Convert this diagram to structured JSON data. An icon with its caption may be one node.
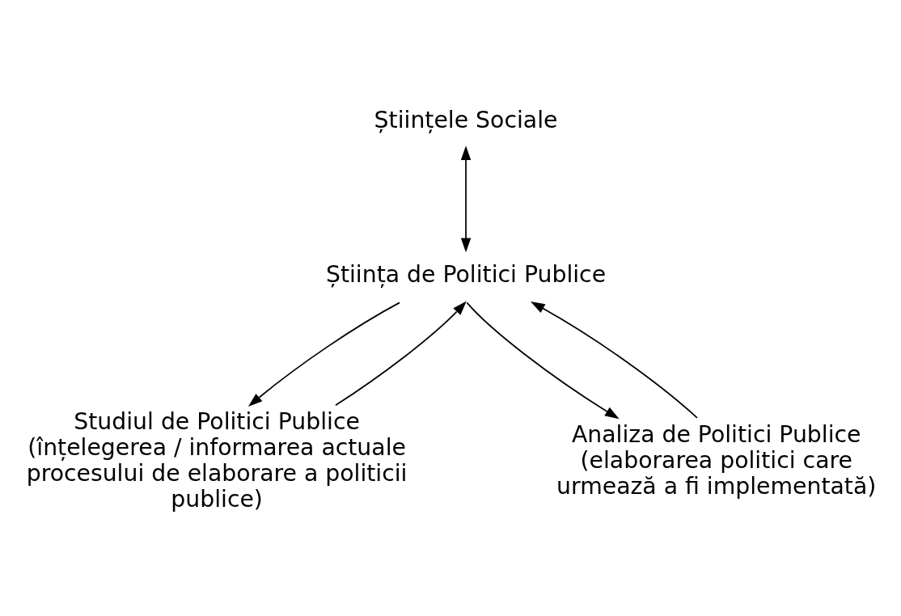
{
  "diagram": {
    "nodes": [
      {
        "text": [
          "Științele Sociale"
        ]
      },
      {
        "text": [
          "Știința de Politici Publice"
        ]
      },
      {
        "text": [
          "Studiul de Politici Publice",
          "(înțelegerea / informarea actuale procesului de elaborare a politicii publice)"
        ]
      },
      {
        "text": [
          "Analiza de Politici Publice",
          "(elaborarea politici care urmează a fi implementată)"
        ]
      }
    ],
    "edges": [
      {
        "from": 0,
        "to": 1,
        "arrow": "both"
      },
      {
        "from": 1,
        "to": 2,
        "arrow": "to"
      },
      {
        "from": 2,
        "to": 1,
        "arrow": "to"
      },
      {
        "from": 3,
        "to": 1,
        "arrow": "to"
      },
      {
        "from": 1,
        "to": 3,
        "arrow": "to"
      }
    ]
  }
}
